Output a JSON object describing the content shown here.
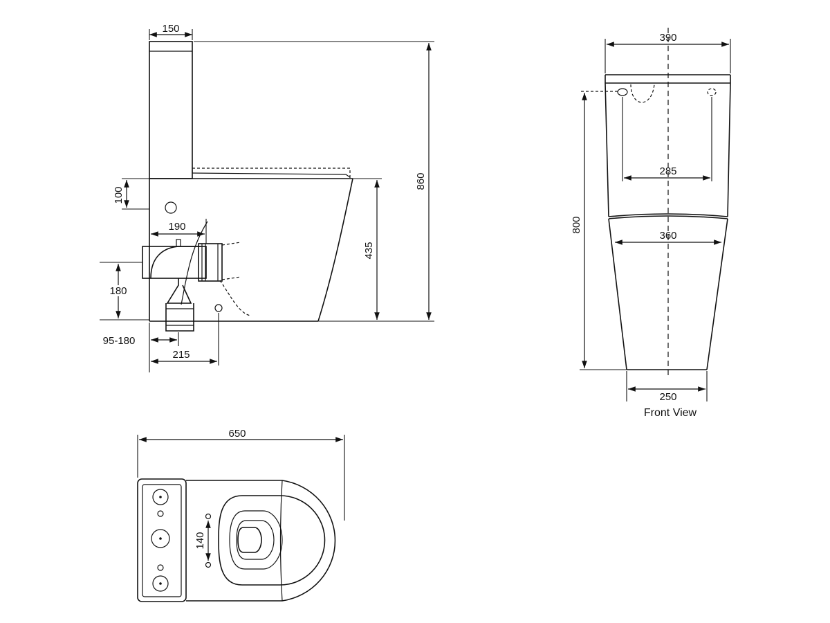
{
  "side_view": {
    "dims": {
      "cistern_depth": "150",
      "overall_height": "860",
      "inlet_height": "100",
      "pan_height": "435",
      "outlet_offset": "190",
      "outlet_height": "180",
      "set_out_range": "95-180",
      "waste_centre": "215"
    }
  },
  "front_view": {
    "dims": {
      "top_width": "390",
      "height": "800",
      "fixing_centres": "285",
      "pan_width": "360",
      "base_width": "250"
    },
    "caption": "Front View"
  },
  "plan_view": {
    "dims": {
      "overall_length": "650",
      "fixing_spacing": "140"
    }
  }
}
